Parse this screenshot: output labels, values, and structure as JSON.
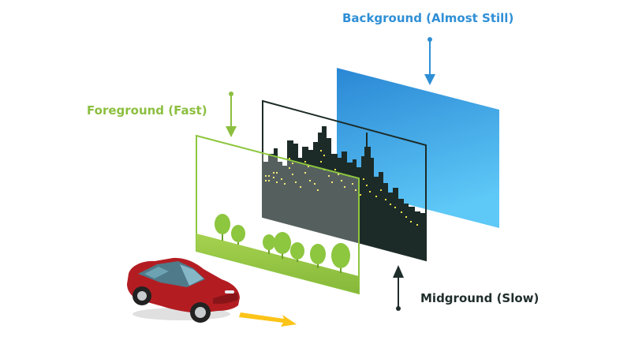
{
  "labels": {
    "background": "Background (Almost Still)",
    "foreground": "Foreground (Fast)",
    "midground": "Midground (Slow)"
  },
  "colors": {
    "background_label": "#2f8fd6",
    "foreground_label": "#8cbf3f",
    "midground_label": "#1f2d2b",
    "sky_top": "#2a87d4",
    "sky_bottom": "#5ec8f7",
    "city": "#1c2b28",
    "window": "#f2e24a",
    "grass": "#9acb45",
    "tree": "#8dc63f",
    "car": "#b31d22",
    "motion_arrow": "#fcc419"
  }
}
